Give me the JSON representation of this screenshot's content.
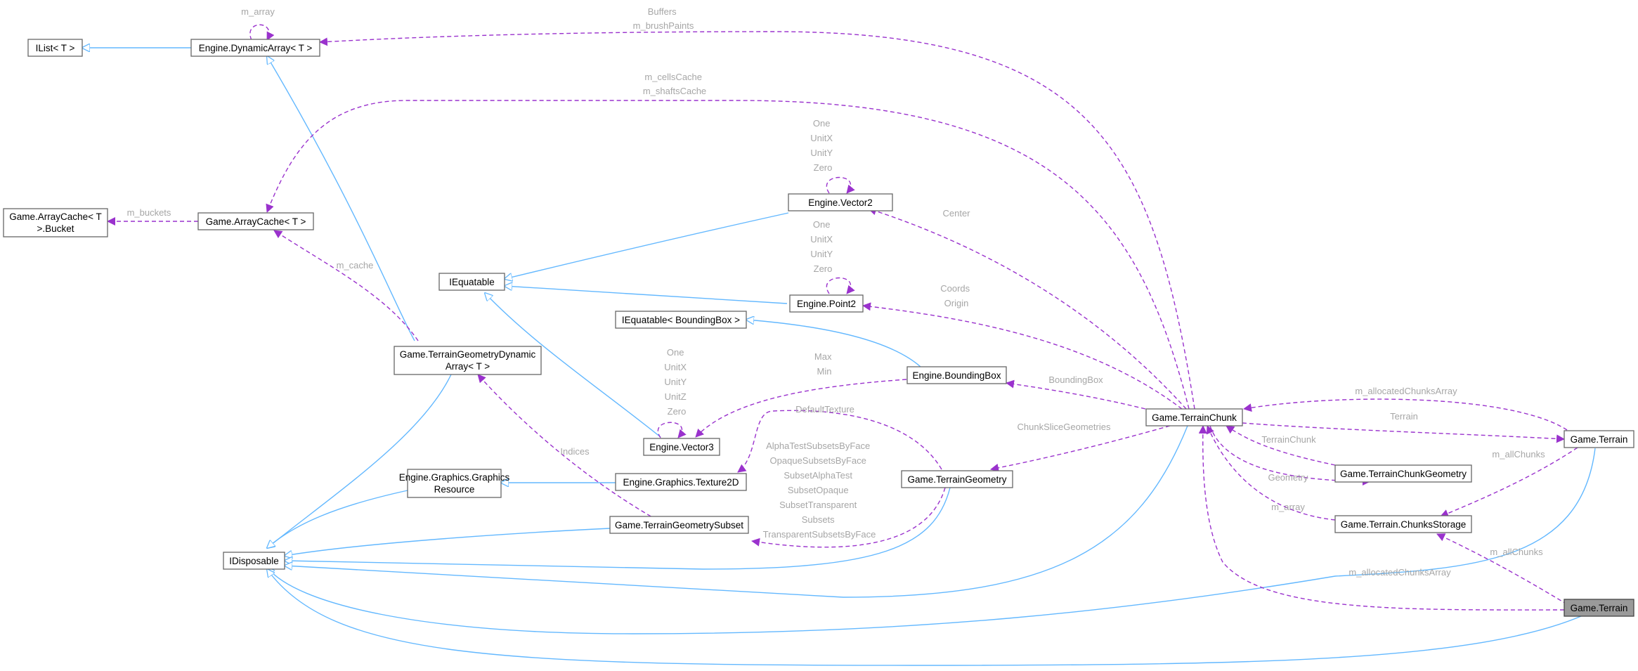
{
  "nodes": {
    "ilist": [
      "IList< T >"
    ],
    "dynarray": [
      "Engine.DynamicArray< T >"
    ],
    "bucket": [
      "Game.ArrayCache< T",
      ">.Bucket"
    ],
    "arraycache": [
      "Game.ArrayCache< T >"
    ],
    "iequatable": [
      "IEquatable"
    ],
    "iequatable_bb": [
      "IEquatable< BoundingBox >"
    ],
    "vector2": [
      "Engine.Vector2"
    ],
    "point2": [
      "Engine.Point2"
    ],
    "boundingbox": [
      "Engine.BoundingBox"
    ],
    "vector3": [
      "Engine.Vector3"
    ],
    "tgda": [
      "Game.TerrainGeometryDynamic",
      "Array< T >"
    ],
    "graphicsres": [
      "Engine.Graphics.Graphics",
      "Resource"
    ],
    "texture2d": [
      "Engine.Graphics.Texture2D"
    ],
    "tgsubset": [
      "Game.TerrainGeometrySubset"
    ],
    "tgeometry": [
      "Game.TerrainGeometry"
    ],
    "idisposable": [
      "IDisposable"
    ],
    "terrainchunk": [
      "Game.TerrainChunk"
    ],
    "tcgeometry": [
      "Game.TerrainChunkGeometry"
    ],
    "chunksstorage": [
      "Game.Terrain.ChunksStorage"
    ],
    "terrain1": [
      "Game.Terrain"
    ],
    "terrain2": [
      "Game.Terrain"
    ]
  },
  "labels": {
    "buffers": [
      "Buffers",
      "m_brushPaints"
    ],
    "m_array_self": [
      "m_array"
    ],
    "cellscache": [
      "m_cellsCache",
      "m_shaftsCache"
    ],
    "m_buckets": [
      "m_buckets"
    ],
    "m_cache": [
      "m_cache"
    ],
    "vec2_self": [
      "One",
      "UnitX",
      "UnitY",
      "Zero"
    ],
    "point2_self": [
      "One",
      "UnitX",
      "UnitY",
      "Zero"
    ],
    "vec3_self": [
      "One",
      "UnitX",
      "UnitY",
      "UnitZ",
      "Zero"
    ],
    "center": [
      "Center"
    ],
    "coords": [
      "Coords",
      "Origin"
    ],
    "maxmin": [
      "Max",
      "Min"
    ],
    "bboxlbl": [
      "BoundingBox"
    ],
    "defaulttexture": [
      "DefaultTexture"
    ],
    "subsets": [
      "AlphaTestSubsetsByFace",
      "OpaqueSubsetsByFace",
      "SubsetAlphaTest",
      "SubsetOpaque",
      "SubsetTransparent",
      "Subsets",
      "TransparentSubsetsByFace"
    ],
    "indices": [
      "Indices"
    ],
    "chunkslice": [
      "ChunkSliceGeometries"
    ],
    "alloc1": [
      "m_allocatedChunksArray"
    ],
    "terrainlbl": [
      "Terrain"
    ],
    "terrainchunklbl": [
      "TerrainChunk"
    ],
    "geometrylbl": [
      "Geometry"
    ],
    "m_array2": [
      "m_array"
    ],
    "allchunks1": [
      "m_allChunks"
    ],
    "allchunks2": [
      "m_allChunks"
    ],
    "alloc2": [
      "m_allocatedChunksArray"
    ]
  },
  "colors": {
    "inheritance": "#63b8ff",
    "usage": "#9a32cd",
    "label": "#a6a6a6",
    "highlight": "#9a9a9a"
  }
}
